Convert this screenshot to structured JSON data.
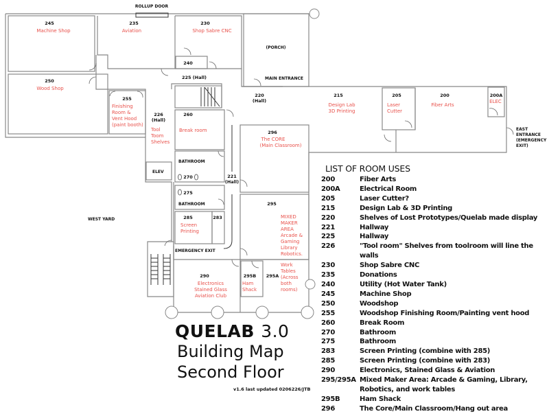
{
  "map": {
    "rooms": [
      {
        "number": "245",
        "label": [
          "Machine Shop"
        ]
      },
      {
        "number": "235",
        "label": [
          "Aviation"
        ]
      },
      {
        "number": "230",
        "label": [
          "Shop Sabre CNC"
        ]
      },
      {
        "number": "240",
        "label": []
      },
      {
        "number": "250",
        "label": [
          "Wood Shop"
        ]
      },
      {
        "number": "255",
        "label": [
          "Finishing",
          "Room &",
          "Vent Hood",
          "(paint booth)"
        ]
      },
      {
        "number": "226",
        "sub": "(Hall)",
        "label": [
          "Tool",
          "Toom",
          "Shelves"
        ]
      },
      {
        "number": "225 (Hall)",
        "label": []
      },
      {
        "number": "220",
        "sub": "(Hall)",
        "label": []
      },
      {
        "number": "260",
        "label": [
          "Break room"
        ]
      },
      {
        "number": "296",
        "label": [
          "The CORE",
          "(Main Classroom)"
        ]
      },
      {
        "number": "215",
        "label": [
          "Design Lab",
          "3D Printing"
        ]
      },
      {
        "number": "205",
        "label": [
          "Laser",
          "Cutter"
        ]
      },
      {
        "number": "200",
        "label": [
          "Fiber Arts"
        ]
      },
      {
        "number": "200A",
        "label": [
          "ELEC"
        ]
      },
      {
        "number": "270",
        "label": []
      },
      {
        "number": "221",
        "sub": "(Hall)",
        "label": []
      },
      {
        "number": "275",
        "label": []
      },
      {
        "number": "285",
        "label": [
          "Screen",
          "Printing"
        ]
      },
      {
        "number": "283",
        "label": []
      },
      {
        "number": "295",
        "label": [
          "MIXED",
          "MAKER",
          "AREA",
          "Arcade &",
          "Gaming",
          "Library",
          "Robotics.",
          "",
          "Work",
          "Tables",
          "(Across",
          "both",
          "rooms)"
        ]
      },
      {
        "number": "290",
        "label": [
          "Electronics",
          "Stained Glass",
          "Aviation Club"
        ]
      },
      {
        "number": "295B",
        "label": [
          "Ham",
          "Shack"
        ]
      },
      {
        "number": "295A",
        "label": []
      }
    ],
    "tags": {
      "rollup_door": "ROLLUP DOOR",
      "porch": "(PORCH)",
      "main_entrance": "MAIN ENTRANCE",
      "bathroom_270": "BATHROOM",
      "bathroom_275": "BATHROOM",
      "elev": "ELEV",
      "west_yard": "WEST YARD",
      "emergency_exit": "EMERGENCY EXIT",
      "east_entrance": [
        "EAST",
        "ENTRANCE",
        "(EMERGENCY",
        "EXIT)"
      ]
    }
  },
  "legend": {
    "title": "LIST OF ROOM USES",
    "entries": [
      {
        "code": "200",
        "use": "Fiber Arts"
      },
      {
        "code": "200A",
        "use": "Electrical Room"
      },
      {
        "code": "205",
        "use": "Laser Cutter?"
      },
      {
        "code": "215",
        "use": "Design Lab & 3D Printing"
      },
      {
        "code": "220",
        "use": "Shelves of Lost Prototypes/Quelab made display"
      },
      {
        "code": "221",
        "use": "Hallway"
      },
      {
        "code": "225",
        "use": "Hallway"
      },
      {
        "code": "226",
        "use": "\"Tool room\" Shelves from toolroom will line the walls"
      },
      {
        "code": "230",
        "use": "Shop Sabre CNC"
      },
      {
        "code": "235",
        "use": "Donations"
      },
      {
        "code": "240",
        "use": "Utility (Hot Water Tank)"
      },
      {
        "code": "245",
        "use": "Machine Shop"
      },
      {
        "code": "250",
        "use": "Woodshop"
      },
      {
        "code": "255",
        "use": "Woodshop Finishing Room/Painting vent hood"
      },
      {
        "code": "260",
        "use": "Break  Room"
      },
      {
        "code": "270",
        "use": "Bathroom"
      },
      {
        "code": "275",
        "use": "Bathroom"
      },
      {
        "code": "283",
        "use": "Screen Printing (combine with 285)"
      },
      {
        "code": "285",
        "use": "Screen Printing (combine with 283)"
      },
      {
        "code": "290",
        "use": "Electronics, Stained Glass & Aviation"
      },
      {
        "code": "295/295A",
        "use": "Mixed Maker Area: Arcade & Gaming, Library,"
      },
      {
        "code": "",
        "use": "Robotics, and work tables"
      },
      {
        "code": "295B",
        "use": "Ham Shack"
      },
      {
        "code": "296",
        "use": "The Core/Main Classroom/Hang out area"
      }
    ]
  },
  "title": {
    "brand": "QUELAB",
    "version": "3.0",
    "line2": "Building Map",
    "line3": "Second Floor",
    "updated": "v1.6 last updated 0206226/JTB"
  },
  "colors": {
    "label": "#e8504a",
    "wall": "#888888"
  }
}
